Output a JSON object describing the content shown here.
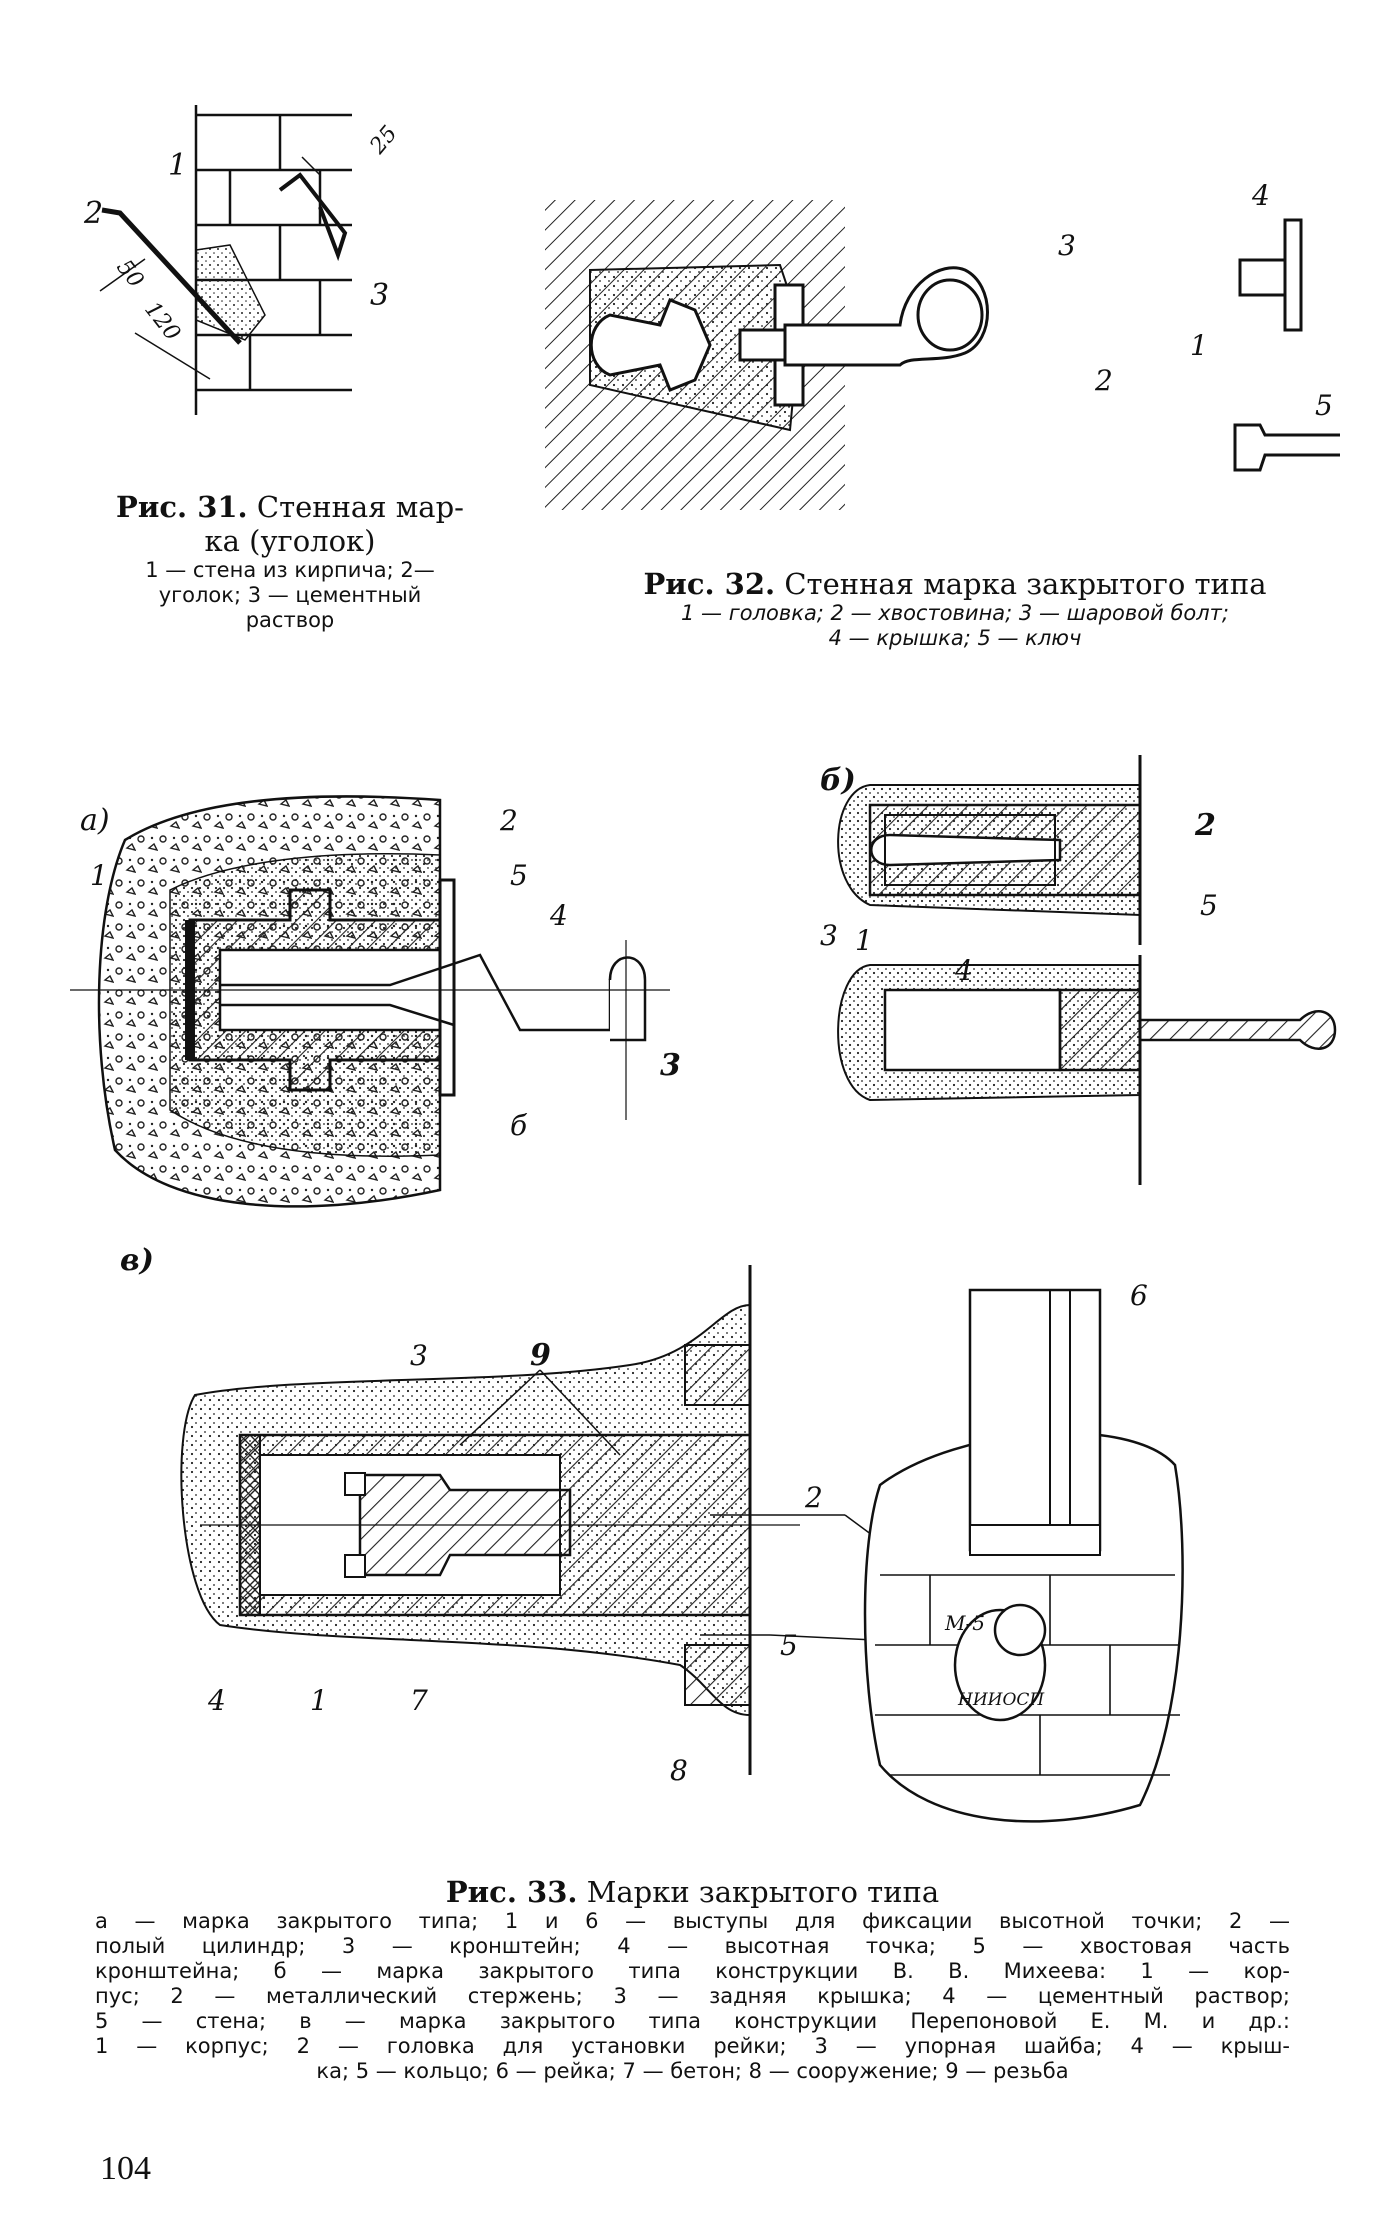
{
  "fig31": {
    "title_num": "Рис. 31.",
    "title_line1": "Стенная мар-",
    "title_line2": "ка (уголок)",
    "desc_line1": "1 — стена из кирпича; 2—",
    "desc_line2": "уголок;     3 — цементный",
    "desc_line3": "раствор",
    "labels": {
      "n1": "1",
      "n2": "2",
      "n3": "3",
      "d50": "50",
      "d120": "120",
      "d25": "25"
    }
  },
  "fig32": {
    "title_num": "Рис. 32.",
    "title_text": "Стенная марка закрытого типа",
    "desc_line1": "1 — головка; 2 — хвостовина; 3 — шаровой болт;",
    "desc_line2": "4 — крышка; 5 — ключ",
    "labels": {
      "n1": "1",
      "n2": "2",
      "n3": "3",
      "n4": "4",
      "n5": "5"
    }
  },
  "fig33a": {
    "letter": "а)",
    "labels": {
      "n1": "1",
      "n2": "2",
      "n3": "3",
      "n4": "4",
      "n5": "5",
      "n6": "б"
    }
  },
  "fig33b": {
    "letter": "б)",
    "labels": {
      "n1": "1",
      "n2": "2",
      "n3": "3",
      "n4": "4",
      "n5": "5"
    }
  },
  "fig33v": {
    "letter": "в)",
    "labels": {
      "n1": "1",
      "n2": "2",
      "n3": "3",
      "n4": "4",
      "n5": "5",
      "n6": "6",
      "n7": "7",
      "n8": "8",
      "n9": "9"
    },
    "plate_top": "М-5",
    "plate_bottom": "НИИОСП"
  },
  "fig33": {
    "title_num": "Рис. 33.",
    "title_text": "Марки закрытого типа",
    "desc_line1": "а — марка закрытого типа; 1 и 6 — выступы для фиксации высотной точки; 2 —",
    "desc_line2": "полый цилиндр;  3 — кронштейн;  4 — высотная  точка;  5 — хвостовая  часть",
    "desc_line3": "кронштейна; б — марка закрытого типа конструкции В. В. Михеева: 1 — кор-",
    "desc_line4": "пус; 2 — металлический стержень; 3 — задняя крышка; 4 — цементный раствор;",
    "desc_line5": "5 — стена; в — марка закрытого типа конструкции Перепоновой Е. М. и др.:",
    "desc_line6": "1 — корпус; 2 — головка для установки рейки; 3 — упорная шайба; 4 — крыш-",
    "desc_line7": "ка; 5 — кольцо; 6 — рейка; 7 — бетон; 8 — сооружение; 9 — резьба"
  },
  "page_number": "104"
}
